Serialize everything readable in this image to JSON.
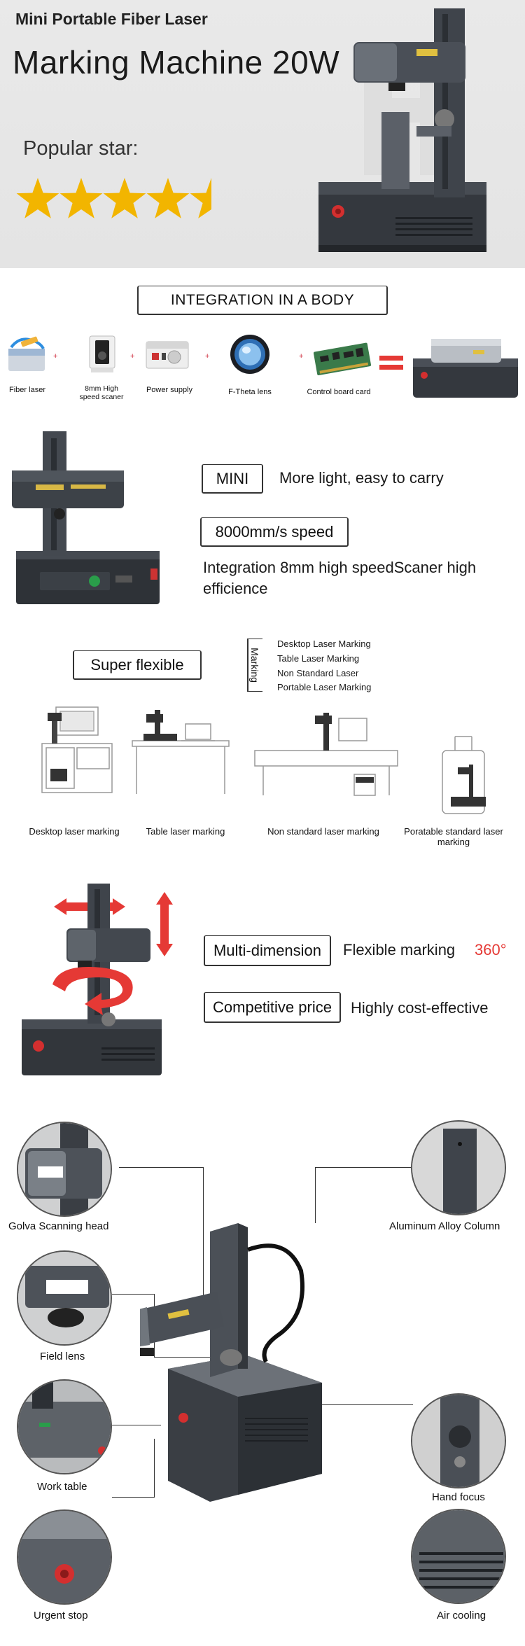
{
  "hero": {
    "subtitle": "Mini Portable Fiber Laser",
    "title": "Marking Machine 20W",
    "popular_label": "Popular star:",
    "rating": 4.5,
    "star_color": "#f2b500"
  },
  "integration": {
    "heading": "INTEGRATION IN A BODY",
    "components": [
      {
        "label": "Fiber laser"
      },
      {
        "label": "8mm High\nspeed scaner"
      },
      {
        "label": "Power supply"
      },
      {
        "label": "F-Theta lens"
      },
      {
        "label": "Control board card"
      }
    ],
    "plus": "+",
    "equals_color": "#e53935"
  },
  "features1": {
    "mini_tag": "MINI",
    "mini_text": "More light, easy to carry",
    "speed_tag": "8000mm/s speed",
    "speed_text": "Integration 8mm high speedScaner high efficience"
  },
  "flexible": {
    "tag": "Super flexible",
    "vertical_label": "Marking",
    "modes": [
      "Desktop Laser Marking",
      "Table Laser Marking",
      "Non Standard Laser",
      "Portable Laser Marking"
    ],
    "scenes": [
      {
        "label": "Desktop laser marking"
      },
      {
        "label": "Table laser marking"
      },
      {
        "label": "Non standard laser marking"
      },
      {
        "label": "Poratable standard laser\nmarking"
      }
    ]
  },
  "features2": {
    "dimension_tag": "Multi-dimension",
    "dimension_text": "Flexible marking",
    "dimension_degree": "360°",
    "price_tag": "Competitive price",
    "price_text": "Highly cost-effective",
    "accent_color": "#e53935"
  },
  "parts": {
    "left": [
      "Golva Scanning head",
      "Field lens",
      "Work table",
      "Urgent stop"
    ],
    "right": [
      "Aluminum Alloy Column",
      "Hand focus",
      "Air cooling"
    ]
  }
}
